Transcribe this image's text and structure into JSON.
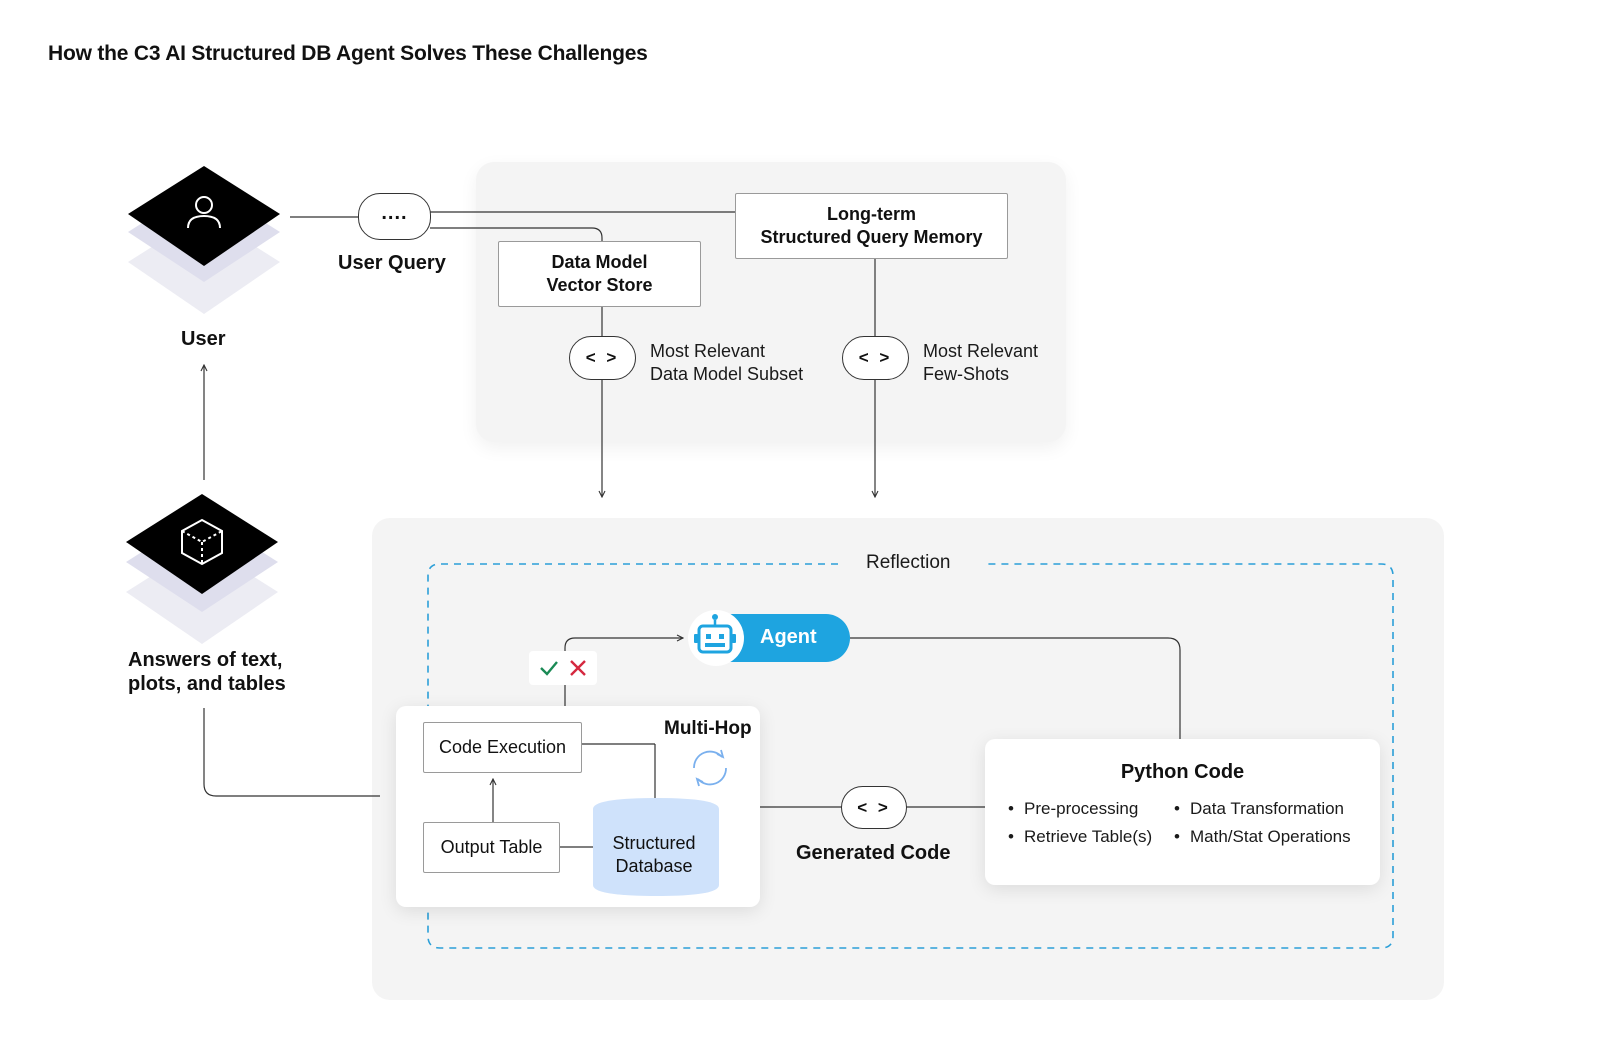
{
  "title": "How the C3 AI Structured DB Agent Solves These Challenges",
  "colors": {
    "agent_blue": "#1ea4e0",
    "dashed_blue": "#2b9fd8",
    "panel_gray": "#f4f4f4",
    "db_blue": "#cfe2fb",
    "check_green": "#1a8a55",
    "cross_red": "#d5283f",
    "layer_lavender": "#dedeed"
  },
  "user": {
    "label": "User",
    "icon": "user-icon"
  },
  "answers": {
    "label_line1": "Answers of text,",
    "label_line2": "plots, and tables",
    "icon": "cube-icon"
  },
  "query": {
    "pill": "....",
    "label": "User Query"
  },
  "memory": {
    "line1": "Long-term",
    "line2": "Structured Query Memory"
  },
  "vector_store": {
    "line1": "Data Model",
    "line2": "Vector Store"
  },
  "relevant_subset": {
    "pill": "< >",
    "line1": "Most Relevant",
    "line2": "Data Model Subset"
  },
  "relevant_fewshots": {
    "pill": "< >",
    "line1": "Most Relevant",
    "line2": "Few-Shots"
  },
  "reflection": {
    "label": "Reflection"
  },
  "agent": {
    "label": "Agent",
    "icon": "robot-icon"
  },
  "validation": {
    "check_icon": "check-icon",
    "cross_icon": "cross-icon"
  },
  "multihop": {
    "title": "Multi-Hop",
    "code_execution": "Code Execution",
    "output_table": "Output Table",
    "db_line1": "Structured",
    "db_line2": "Database",
    "cycle_icon": "refresh-icon"
  },
  "generated": {
    "pill": "< >",
    "label": "Generated Code"
  },
  "python": {
    "title": "Python Code",
    "bullets_left": [
      "Pre-processing",
      "Retrieve Table(s)"
    ],
    "bullets_right": [
      "Data Transformation",
      "Math/Stat Operations"
    ]
  }
}
